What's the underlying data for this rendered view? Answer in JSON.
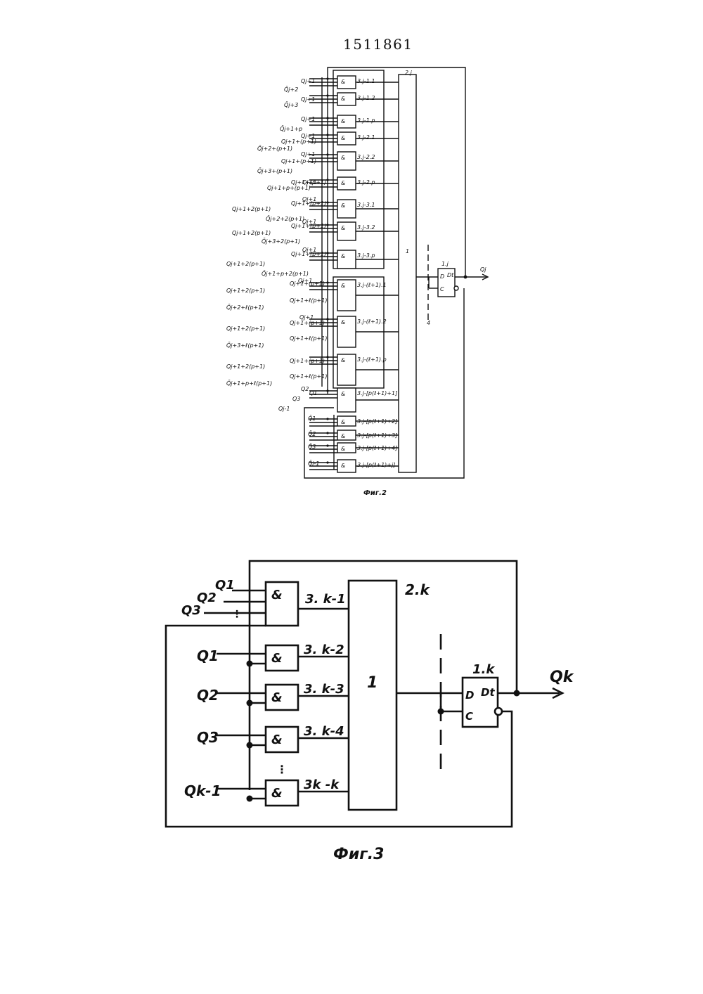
{
  "patent_number": "1511861",
  "fig2": {
    "caption": "Фиг.2",
    "or_block_label": "2.j",
    "or_symbol": "1",
    "trigger_label": "1.j",
    "trigger_d": "D",
    "trigger_c": "C",
    "trigger_dt": "Dt",
    "output": "Qj",
    "strobe_label": "4",
    "and_symbol": "&",
    "and_gates": [
      "3.j-1.1",
      "3.j-1.2",
      "3.j-1.p",
      "3.j-2.1",
      "3.j-2.2",
      "3.j-2.p",
      "3.j-3.1",
      "3.j-3.2",
      "3.j-3.p",
      "3.j-(ℓ+1).1",
      "3.j-(ℓ+1).2",
      "3.j-(ℓ+1).p",
      "3.j-[p(ℓ+1)+1]",
      "3.j-[p(ℓ+1)+2]",
      "3.j-[p(ℓ+1)+3]",
      "3.j-[p(ℓ+1)+4]",
      "3.j-[p(ℓ+1)+j]"
    ],
    "left_labels": [
      "Q̄j+2",
      "Q̄j+3",
      "Q̄j+1+p",
      "Qj+1+(p+1)",
      "Q̄j+2+(p+1)",
      "Qj+1+(p+1)",
      "Q̄j+3+(p+1)",
      "Qj+1+p+(p+1)",
      "Qj+1+2(p+1)",
      "Q̄j+2+2(p+1)",
      "Qj+1+2(p+1)",
      "Q̄j+3+2(p+1)",
      "Qj+1+2(p+1)",
      "Q̄j+1+p+2(p+1)",
      "Qj+1+2(p+1)",
      "Q̄j+2+ℓ(p+1)",
      "Qj+1+2(p+1)",
      "Q̄j+3+ℓ(p+1)",
      "Qj+1+2(p+1)",
      "Q̄j+1+p+ℓ(p+1)",
      "Q3",
      "Qj-1",
      "Q̄1",
      "Q̄2",
      "Q̄3",
      "Q̄j-1"
    ],
    "inner_labels": [
      "Qj+1",
      "Qj+1",
      "Qj+1",
      "Qj+1",
      "Qj+1",
      "Qj+1+(p+1)",
      "Qj+1",
      "Qj+1+(p+1)",
      "Qj+1",
      "Qj+1+(p+1)",
      "Qj+1",
      "Qj+1+(p+1)",
      "Qj+1",
      "Qj+1+(p+1)",
      "Qj+1+ℓ(p+1)",
      "Qj+1",
      "Qj+1+(p+1)",
      "Qj+1+ℓ(p+1)",
      "Qj+1",
      "Qj+1+(p+1)",
      "Qj+1+ℓ(p+1)",
      "Q2",
      "Q1"
    ]
  },
  "fig3": {
    "caption": "Фиг.3",
    "or_block_label": "2.k",
    "or_symbol": "1",
    "trigger_label": "1.k",
    "trigger_d": "D",
    "trigger_c": "C",
    "trigger_dt": "Dt",
    "output": "Qk",
    "and_symbol": "&",
    "top_inputs": [
      "Q1",
      "Q2",
      "Q3"
    ],
    "gate_labels": [
      "3. k-1",
      "3. k-2",
      "3. k-3",
      "3. k-4",
      "3k -k"
    ],
    "gate_inputs": [
      "Q1",
      "Q2",
      "Q3",
      "Qk-1"
    ]
  }
}
